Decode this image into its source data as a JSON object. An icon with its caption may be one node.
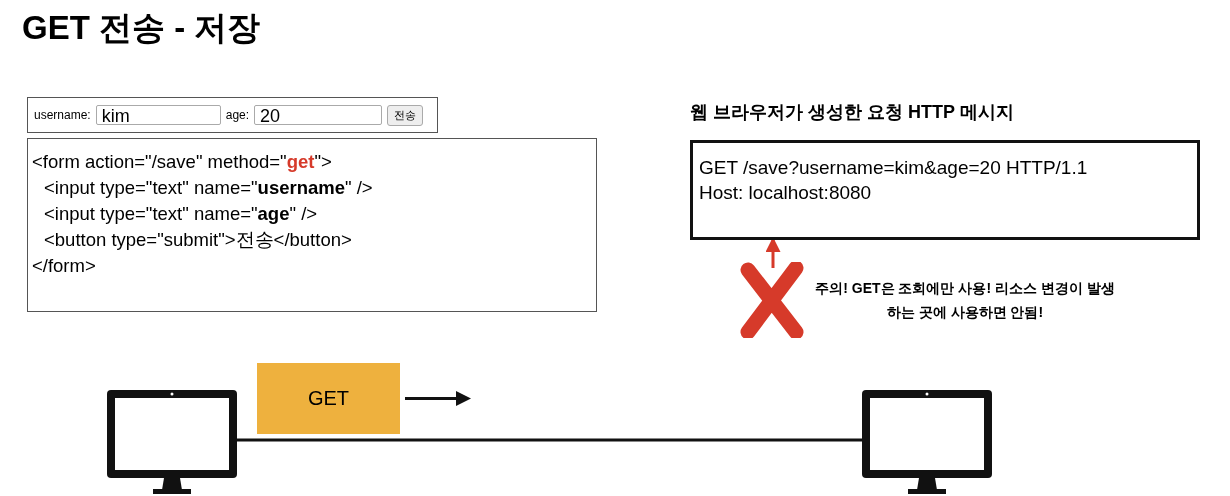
{
  "diagram": {
    "title": "GET 전송 - 저장",
    "nodes": [
      {
        "text": [
          "username:",
          "kim",
          "age:",
          "20",
          "전송"
        ]
      },
      {
        "text": [
          "<form action=\"/save\" method=\"*get*\">",
          "<input type=\"text\" name=\"**username**\" />",
          "<input type=\"text\" name=\"**age**\" />",
          "<button type=\"submit\">전송</button>",
          "</form>"
        ]
      },
      {
        "text": [
          "웹 브라우저가 생성한 요청 HTTP 메시지",
          "GET /save?username=kim&age=20 HTTP/1.1",
          "Host: localhost:8080"
        ]
      },
      {
        "text": [],
        "shape": "cross",
        "beside": [
          "주의! **GET**은 조회에만 사용! 리소스 변경이 발생하는 곳에 사용하면 안됨!"
        ]
      },
      {
        "text": [],
        "shape": "monitor"
      },
      {
        "text": [
          "GET"
        ]
      },
      {
        "text": [],
        "shape": "monitor"
      }
    ],
    "edges": [
      {
        "from": 3,
        "to": 2,
        "arrow": "to",
        "color": "#d63a2a"
      },
      {
        "from": 4,
        "to": 6,
        "arrow": "none"
      },
      {
        "from": 5,
        "to": null,
        "arrow": "to"
      }
    ]
  }
}
